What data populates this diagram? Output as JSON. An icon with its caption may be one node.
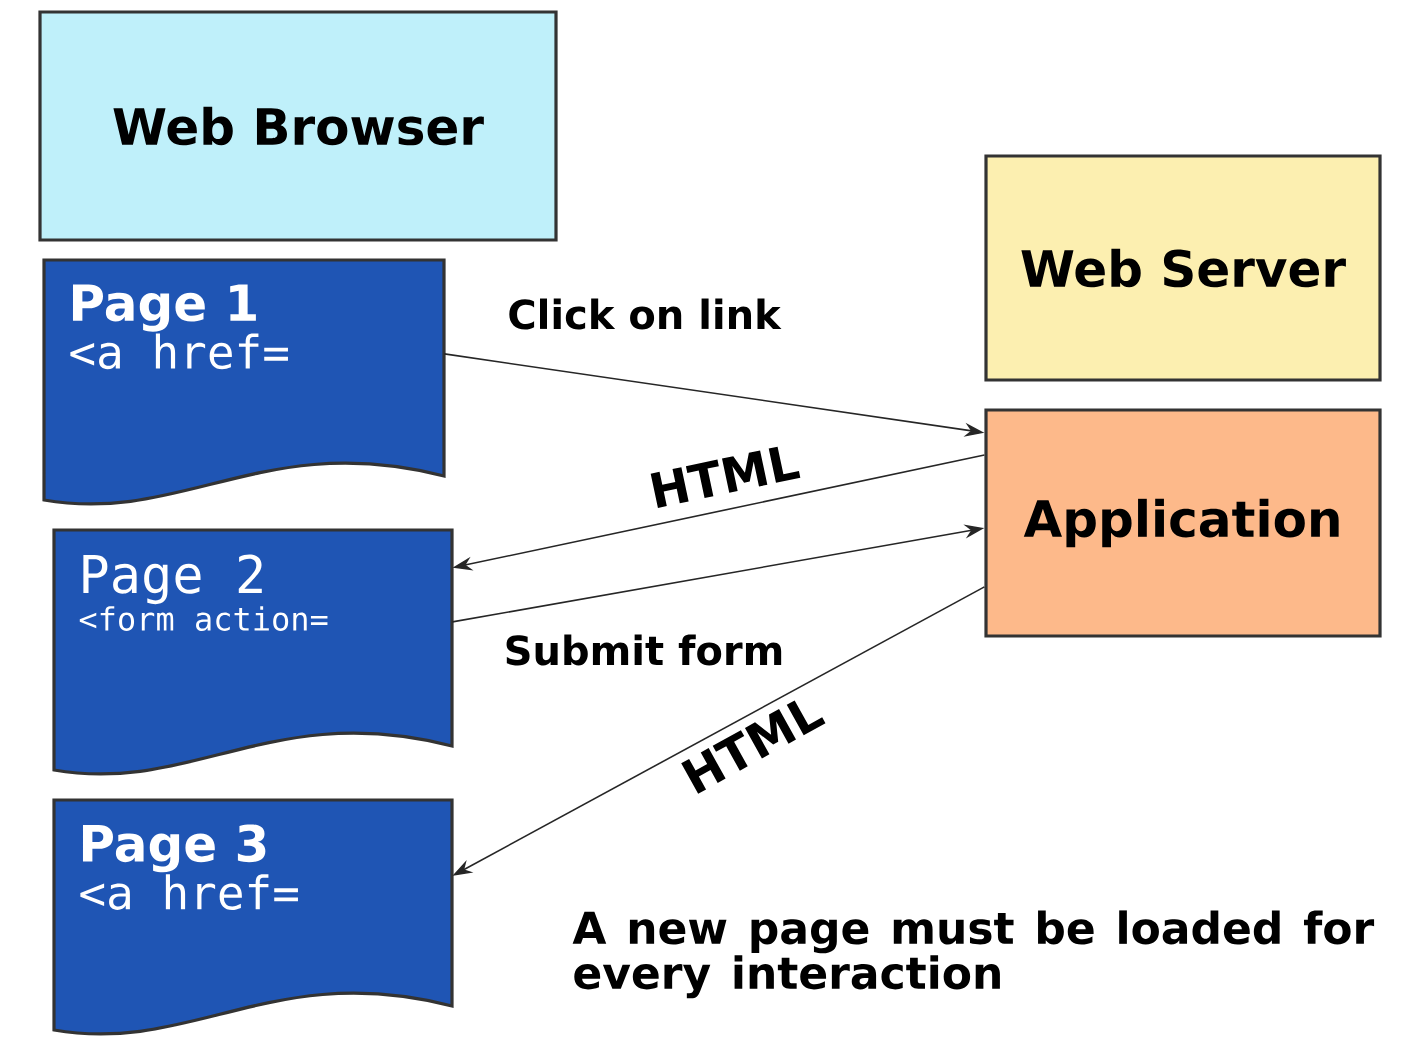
{
  "diagram": {
    "nodes": [
      {
        "text": [
          "Web Browser"
        ]
      },
      {
        "text": [
          "Page 1",
          "<a href="
        ]
      },
      {
        "text": [
          "Page 2",
          "<form action="
        ]
      },
      {
        "text": [
          "Page 3",
          "<a href="
        ]
      },
      {
        "text": [
          "Web Server"
        ]
      },
      {
        "text": [
          "Application"
        ]
      }
    ],
    "edges": [
      {
        "from": 1,
        "to": 5,
        "arrow": "to",
        "label": "Click on link"
      },
      {
        "from": 5,
        "to": 2,
        "arrow": "to",
        "label": "HTML"
      },
      {
        "from": 2,
        "to": 5,
        "arrow": "to",
        "label": "Submit form"
      },
      {
        "from": 5,
        "to": 3,
        "arrow": "to",
        "label": "HTML"
      }
    ],
    "labels": [
      "A new page must be loaded for every interaction"
    ]
  }
}
